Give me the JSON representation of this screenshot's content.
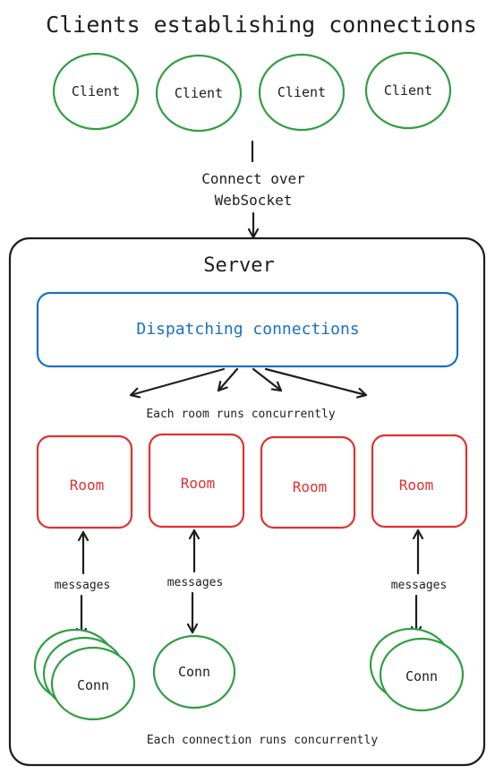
{
  "title": "Clients establishing connections",
  "clients": [
    "Client",
    "Client",
    "Client",
    "Client"
  ],
  "connect_label_line1": "Connect over",
  "connect_label_line2": "WebSocket",
  "server": {
    "label": "Server",
    "dispatch_label": "Dispatching connections",
    "rooms_note": "Each room runs concurrently",
    "rooms": [
      "Room",
      "Room",
      "Room",
      "Room"
    ],
    "messages": [
      "messages",
      "messages",
      "messages"
    ],
    "conns": [
      "Conn",
      "Conn",
      "Conn"
    ],
    "conn_note": "Each connection runs concurrently"
  },
  "colors": {
    "ink": "#1e1e1e",
    "client": "#2f9e44",
    "dispatch": "#1971c2",
    "room": "#e03131",
    "conn": "#2f9e44"
  }
}
